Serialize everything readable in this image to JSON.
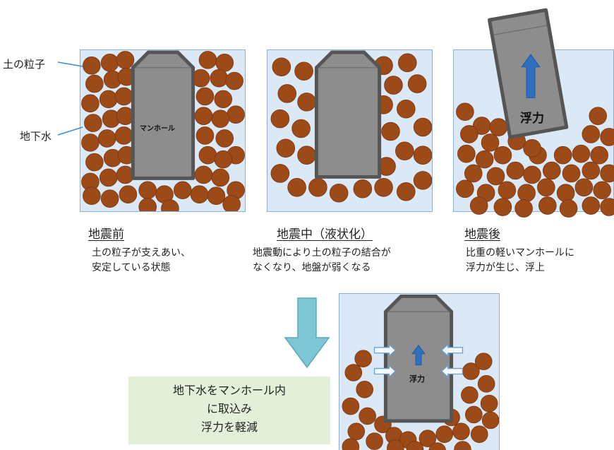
{
  "labels": {
    "soil_particles": "土の粒子",
    "groundwater": "地下水"
  },
  "panels": [
    {
      "id": "before",
      "title": "地震前",
      "desc": [
        "土の粒子が支えあい、",
        "安定している状態"
      ],
      "manhole_label": "マンホール"
    },
    {
      "id": "during",
      "title": "地震中（液状化）",
      "desc": [
        "地震動により土の粒子の結合が",
        "なくなり、地盤が弱くなる"
      ]
    },
    {
      "id": "after",
      "title": "地震後",
      "desc": [
        "比重の軽いマンホールに",
        "浮力が生じ、浮上"
      ],
      "buoyancy_label": "浮力"
    }
  ],
  "solution": {
    "text": [
      "地下水をマンホール内",
      "に取込み",
      "浮力を軽減"
    ],
    "buoyancy_label": "浮力"
  },
  "colors": {
    "water": "#dbe8f5",
    "particle": "#9c4a17",
    "manhole": "#8d8d8d",
    "manhole_edge": "#555555",
    "up_arrow": "#2f6fc0",
    "down_arrow": "#7fc6d4",
    "solution_box": "#e3efd9"
  }
}
